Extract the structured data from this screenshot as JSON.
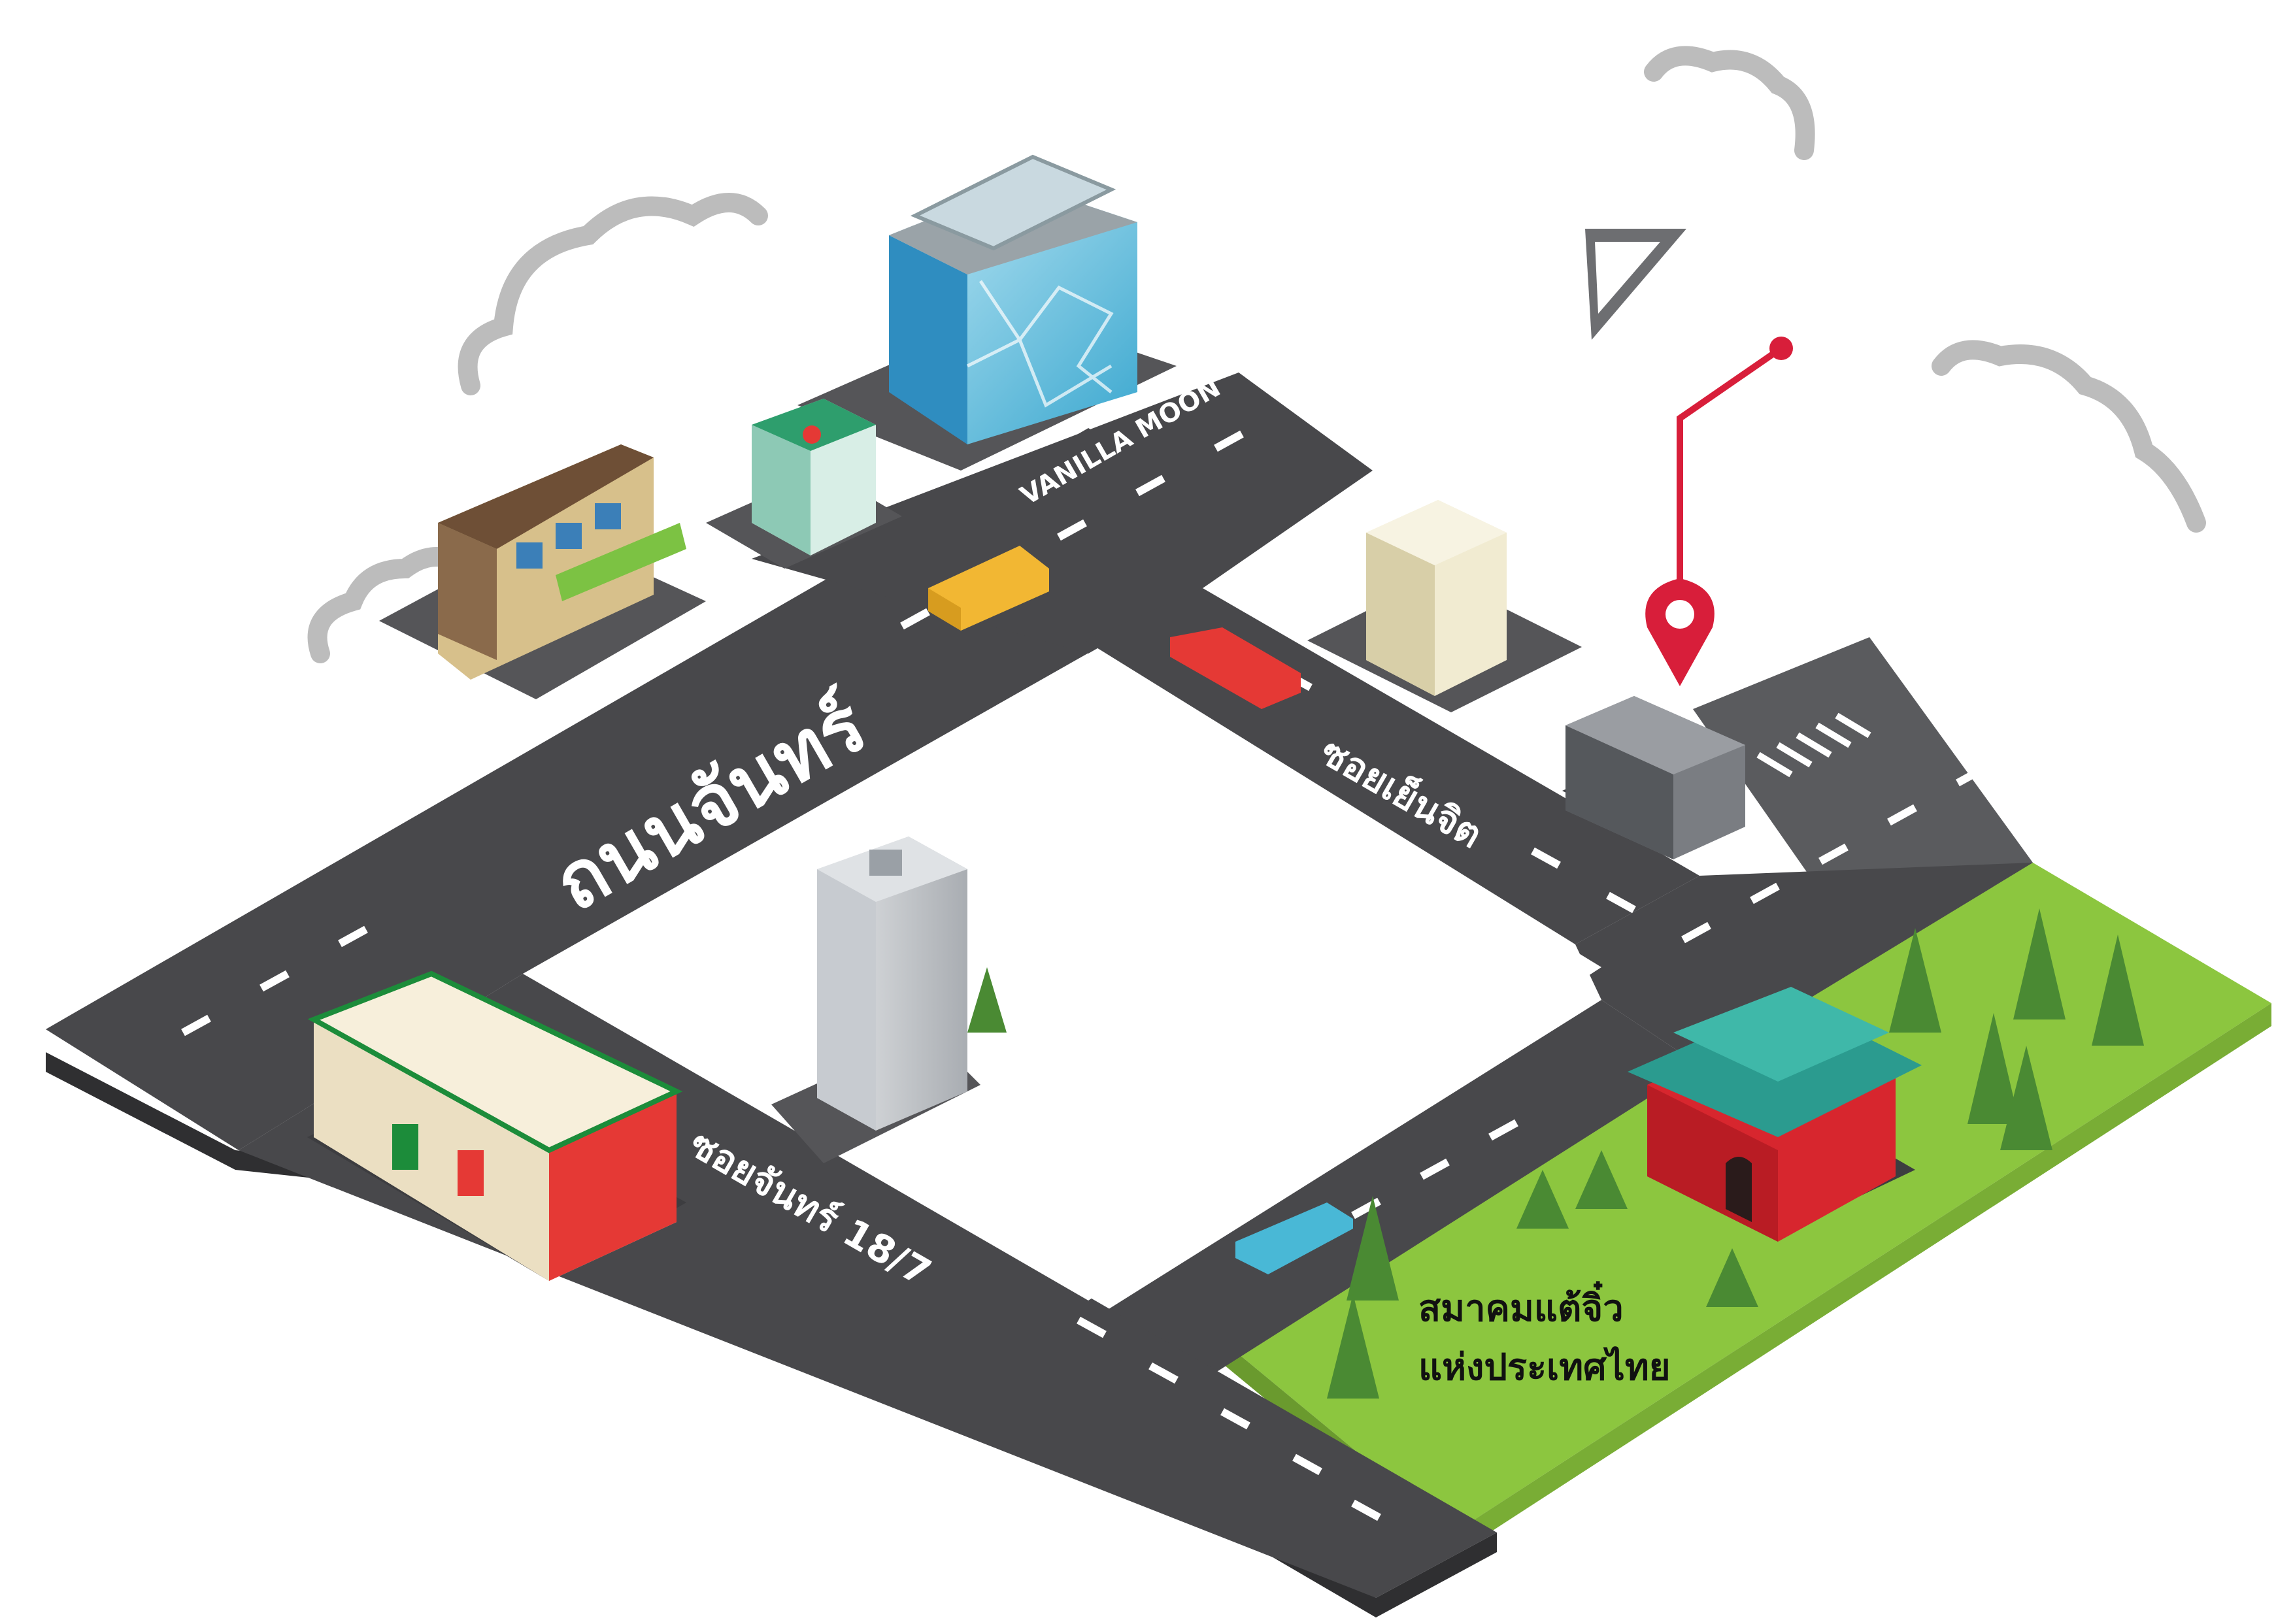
{
  "map": {
    "roads": {
      "main_road": "ถนนจันทร์",
      "vanilla_moon": "VANILLA MOON",
      "soi_yenjit": "ซอยเย็นจิต",
      "soi_chan_18_7": "ซอยจันทร์ 18/7"
    },
    "landmark": {
      "name_line1": "สมาคมแต้จิ๋ว",
      "name_line2": "แห่งประเทศไทย"
    },
    "colors": {
      "road": "#4a4a4d",
      "lane_marking": "#ffffff",
      "park": "#8cc63f",
      "pin": "#d81e3a",
      "temple": "#d7262e",
      "temple_roof": "#2b9b8f",
      "cloud": "#bdbdbd"
    },
    "icons": [
      "location-pin-icon",
      "brand-logo-icon",
      "cloud-icon"
    ]
  }
}
